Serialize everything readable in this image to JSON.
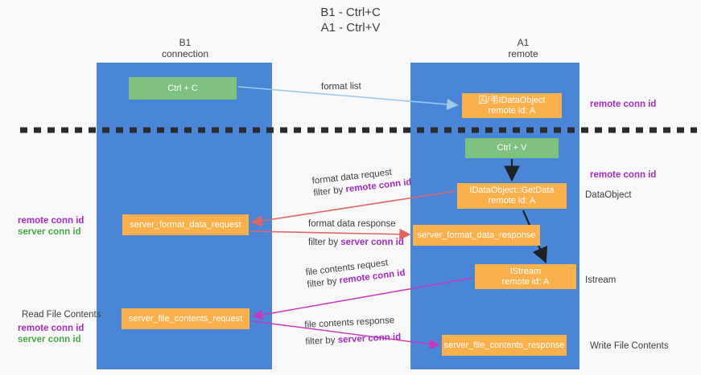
{
  "title": "B1 - Ctrl+C\nA1 - Ctrl+V",
  "columns": {
    "left": {
      "name": "B1",
      "role": "connection",
      "label": "B1\nconnection"
    },
    "right": {
      "name": "A1",
      "role": "remote",
      "label": "A1\nremote"
    }
  },
  "boxes": {
    "ctrl_c": {
      "label": "Ctrl + C",
      "color": "#7fc17f"
    },
    "ole_data_object": {
      "label": "囚/弔IDataObject\nremote id: A",
      "color": "#fbb04c"
    },
    "ctrl_v": {
      "label": "Ctrl + V",
      "color": "#7fc17f"
    },
    "idataobject_getdata": {
      "label": "IDataObject::GetData\nremote id: A",
      "color": "#fbb04c"
    },
    "server_format_data_request": {
      "label": "server_format_data_request",
      "color": "#fbb04c"
    },
    "server_format_data_response": {
      "label": "server_format_data_response",
      "color": "#fbb04c"
    },
    "istream": {
      "label": "IStream\nremote id: A",
      "color": "#fbb04c"
    },
    "server_file_contents_request": {
      "label": "server_file_contents_request",
      "color": "#fbb04c"
    },
    "server_file_contents_response": {
      "label": "server_file_contents_response",
      "color": "#fbb04c"
    }
  },
  "arrows": {
    "format_list": {
      "line1": "format list",
      "filter_prefix": "",
      "filter_key": ""
    },
    "format_data_request": {
      "line1": "format data request",
      "filter_prefix": "filter by ",
      "filter_key": "remote conn id"
    },
    "format_data_response": {
      "line1": "format data response",
      "filter_prefix": "filter by ",
      "filter_key": "server conn id"
    },
    "file_contents_request": {
      "line1": "file contents request",
      "filter_prefix": "filter by ",
      "filter_key": "remote conn id"
    },
    "file_contents_response": {
      "line1": "file contents response",
      "filter_prefix": "filter by ",
      "filter_key": "server conn id"
    }
  },
  "side_labels": {
    "remote_conn_id_top": "remote conn id",
    "remote_conn_id_middle": "remote conn id",
    "data_object": "DataObject",
    "istream": "Istream",
    "write_file_contents": "Write File Contents",
    "read_file_contents": "Read File Contents",
    "left_remote_conn_id_middle": "remote conn id",
    "left_server_conn_id_middle": "server conn id",
    "left_remote_conn_id_bottom": "remote conn id",
    "left_server_conn_id_bottom": "server conn id"
  },
  "colors": {
    "lane_blue": "#4a86d8",
    "box_green": "#7fc17f",
    "box_orange": "#fbb04c",
    "accent_purple": "#a22ec4",
    "accent_green": "#4aa84a",
    "arrow_blue": "#9fc8ea",
    "arrow_red": "#e06666",
    "arrow_magenta": "#cc33bb",
    "arrow_black": "#202124",
    "divider": "#2b2b2b",
    "background": "#f8f8f8",
    "text_dark": "#3c4043"
  }
}
